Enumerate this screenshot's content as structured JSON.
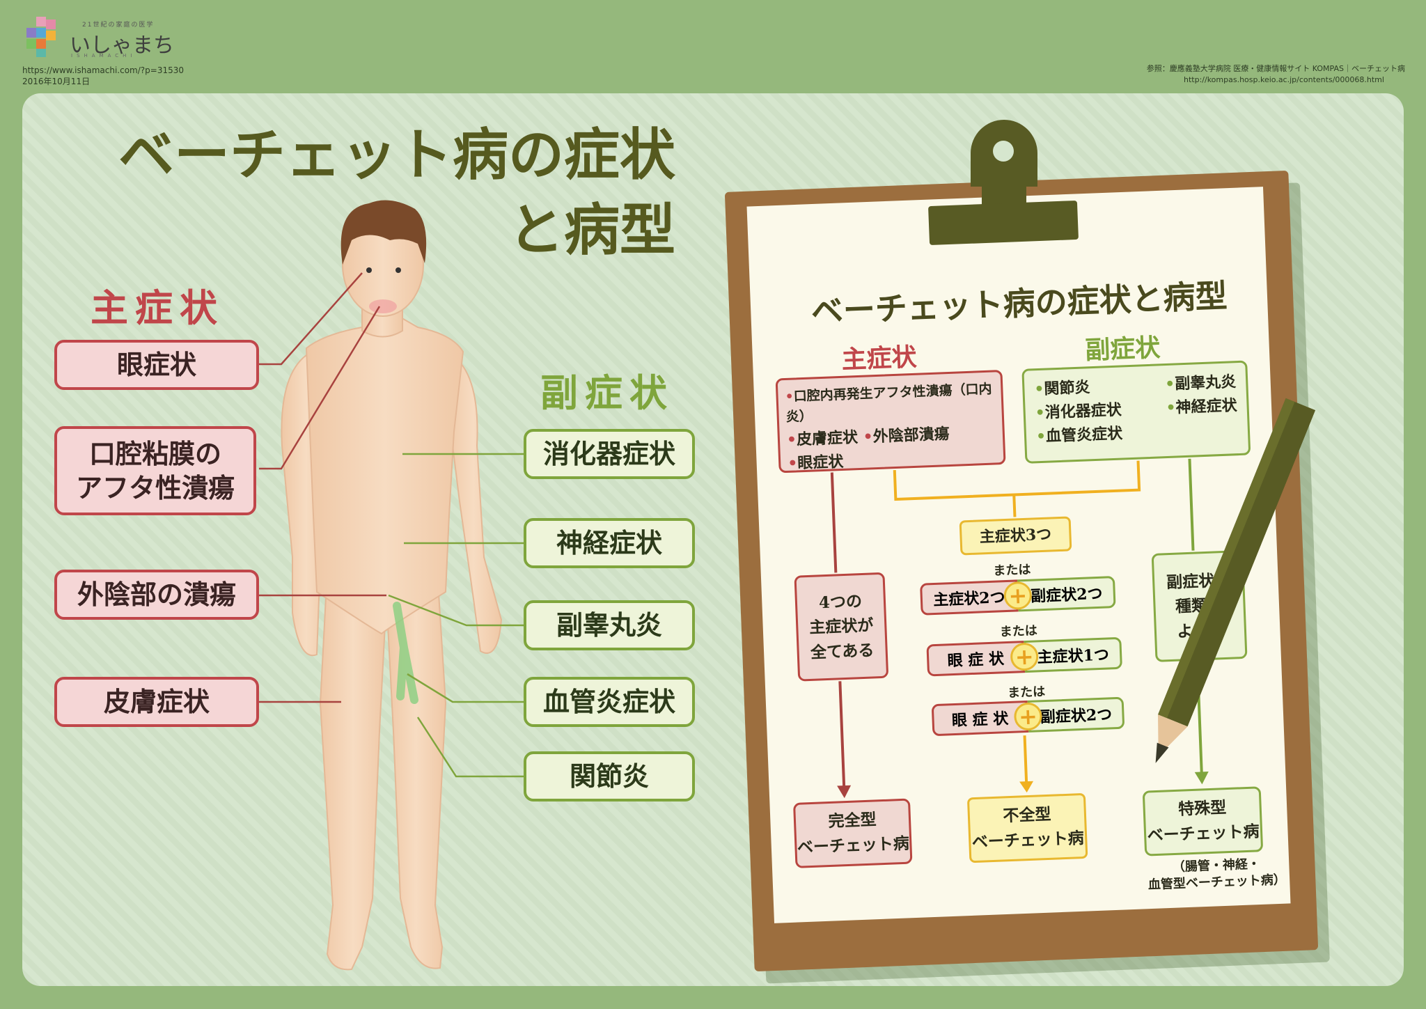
{
  "header": {
    "logo_tagline": "21世紀の家庭の医学",
    "logo_text": "いしゃまち",
    "logo_romaji": "ISHAMACHI",
    "source_url": "https://www.ishamachi.com/?p=31530",
    "date": "2016年10月11日",
    "reference_1": "参照：慶應義塾大学病院 医療・健康情報サイト KOMPAS｜ベーチェット病",
    "reference_2": "http://kompas.hosp.keio.ac.jp/contents/000068.html"
  },
  "title": {
    "line1": "ベーチェット病の症状",
    "line2": "と病型"
  },
  "left": {
    "main_heading": "主症状",
    "sub_heading": "副症状",
    "main_symptoms": [
      "眼症状",
      "口腔粘膜の\nアフタ性潰瘍",
      "外陰部の潰瘍",
      "皮膚症状"
    ],
    "sub_symptoms": [
      "消化器症状",
      "神経症状",
      "副睾丸炎",
      "血管炎症状",
      "関節炎"
    ]
  },
  "board": {
    "title": "ベーチェット病の症状と病型",
    "main_heading": "主症状",
    "sub_heading": "副症状",
    "main_items": [
      "口腔内再発生アフタ性潰瘍（口内炎）",
      "皮膚症状",
      "外陰部潰瘍",
      "眼症状"
    ],
    "sub_items": [
      "関節炎",
      "副睾丸炎",
      "消化器症状",
      "神経症状",
      "血管炎症状"
    ],
    "cond_main3": "主症状3つ",
    "or": "または",
    "combo1": {
      "left": "主症状2つ",
      "right": "副症状2つ"
    },
    "combo2": {
      "left": "眼 症 状",
      "right": "主症状1つ"
    },
    "combo3": {
      "left": "眼 症 状",
      "right": "副症状2つ"
    },
    "plus": "+",
    "left_cond": "4つの\n主症状が\n全てある",
    "right_cond": "副症状の\n種類に\nよって",
    "result_complete": "完全型\nベーチェット病",
    "result_incomplete": "不全型\nベーチェット病",
    "result_special": "特殊型\nベーチェット病",
    "special_note": "（腸管・神経・\n血管型ベーチェット病）"
  },
  "colors": {
    "background": "#95b87c",
    "red": "#c0464a",
    "green": "#7fa53c",
    "yellow": "#e8b830",
    "olive": "#565a1f"
  }
}
